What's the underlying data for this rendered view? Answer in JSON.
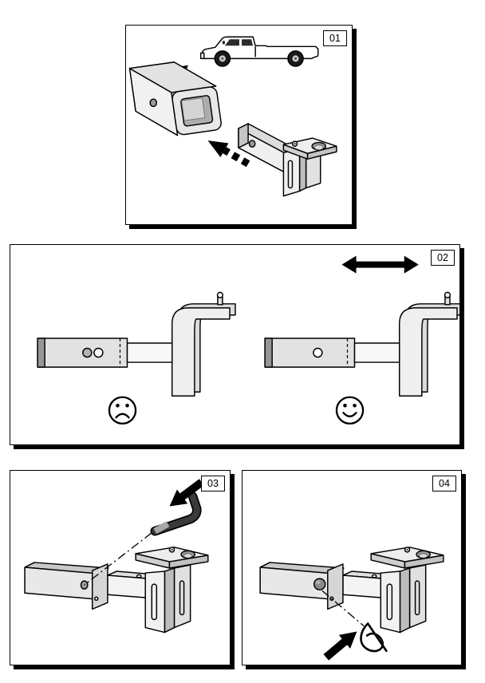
{
  "panels": [
    {
      "badge": "01"
    },
    {
      "badge": "02"
    },
    {
      "badge": "03"
    },
    {
      "badge": "04"
    }
  ],
  "colors": {
    "background": "#ffffff",
    "outline": "#000000",
    "panel_shadow": "#000000",
    "metal_light": "#f4f4f4",
    "metal_mid": "#dedede",
    "metal_dark": "#a0a0a0"
  }
}
